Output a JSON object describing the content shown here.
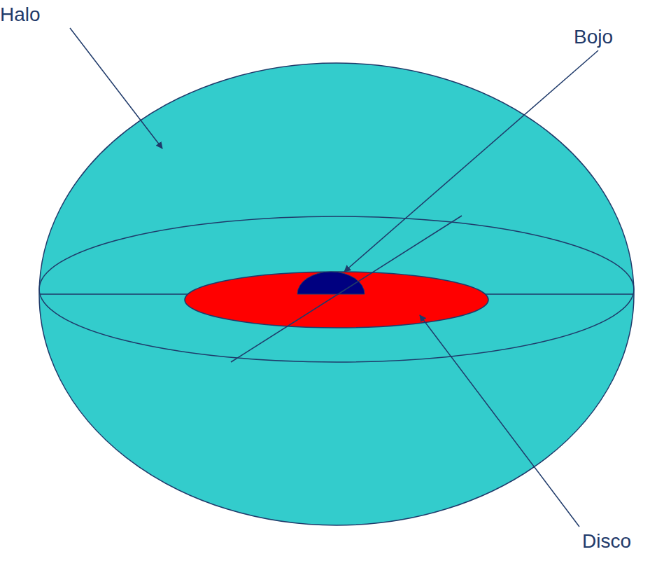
{
  "diagram": {
    "labels": [
      "Halo",
      "Bojo",
      "Disco"
    ]
  }
}
